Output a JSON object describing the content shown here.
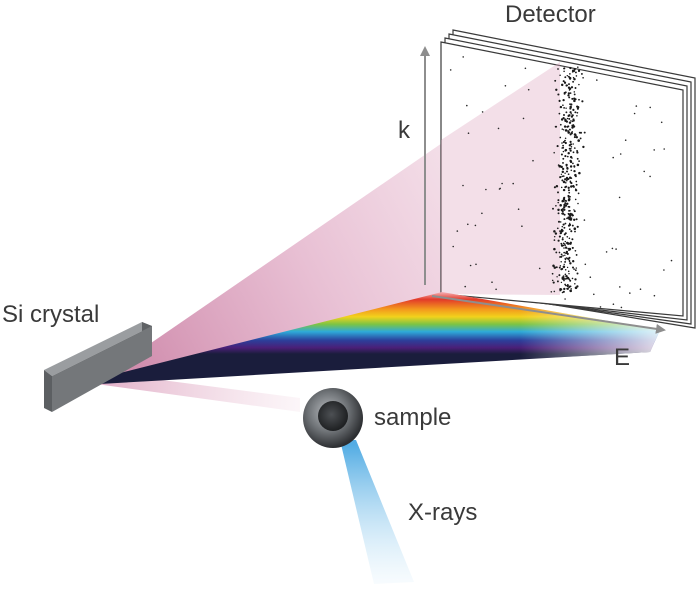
{
  "labels": {
    "detector": "Detector",
    "k_axis": "k",
    "e_axis": "E",
    "crystal": "Si crystal",
    "sample": "sample",
    "xrays": "X-rays"
  },
  "colors": {
    "axis": "#8e8e8e",
    "crystal": "#74777a",
    "fan": "#c97ea2",
    "xray_beam": "#62b8e8",
    "spectrum": [
      "#f3a9b0",
      "#e23a2a",
      "#f39a1d",
      "#f2d21c",
      "#7cc444",
      "#2eaad9",
      "#2c3f9b",
      "#4a1f77",
      "#1a1d3c"
    ]
  },
  "icons": [
    "crystal-plate",
    "sample-sphere",
    "detector-panel",
    "dispersed-spectrum-beam"
  ]
}
